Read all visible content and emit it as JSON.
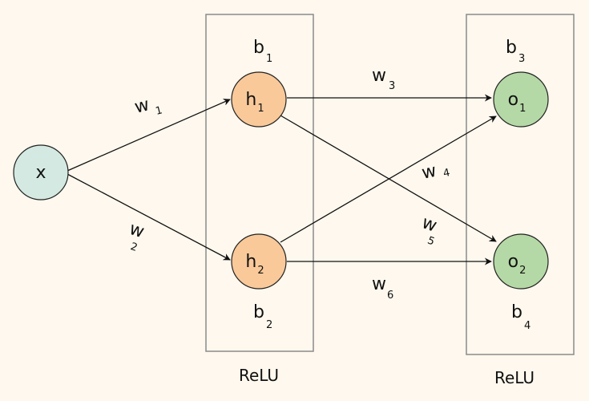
{
  "colors": {
    "background": "#fef8ee",
    "input_node": "#d3e9e1",
    "hidden_node": "#f9c99a",
    "output_node": "#b5d9a6"
  },
  "nodes": {
    "x": {
      "label": "x"
    },
    "h1": {
      "label": "h",
      "sub": "1"
    },
    "h2": {
      "label": "h",
      "sub": "2"
    },
    "o1": {
      "label": "o",
      "sub": "1"
    },
    "o2": {
      "label": "o",
      "sub": "2"
    }
  },
  "biases": {
    "b1": {
      "label": "b",
      "sub": "1"
    },
    "b2": {
      "label": "b",
      "sub": "2"
    },
    "b3": {
      "label": "b",
      "sub": "3"
    },
    "b4": {
      "label": "b",
      "sub": "4"
    }
  },
  "weights": {
    "w1": {
      "label": "w",
      "sub": "1"
    },
    "w2": {
      "label": "w",
      "sub": "2"
    },
    "w3": {
      "label": "w",
      "sub": "3"
    },
    "w4": {
      "label": "w",
      "sub": "4"
    },
    "w5": {
      "label": "w",
      "sub": "5"
    },
    "w6": {
      "label": "w",
      "sub": "6"
    }
  },
  "activations": {
    "hidden": "ReLU",
    "output": "ReLU"
  }
}
